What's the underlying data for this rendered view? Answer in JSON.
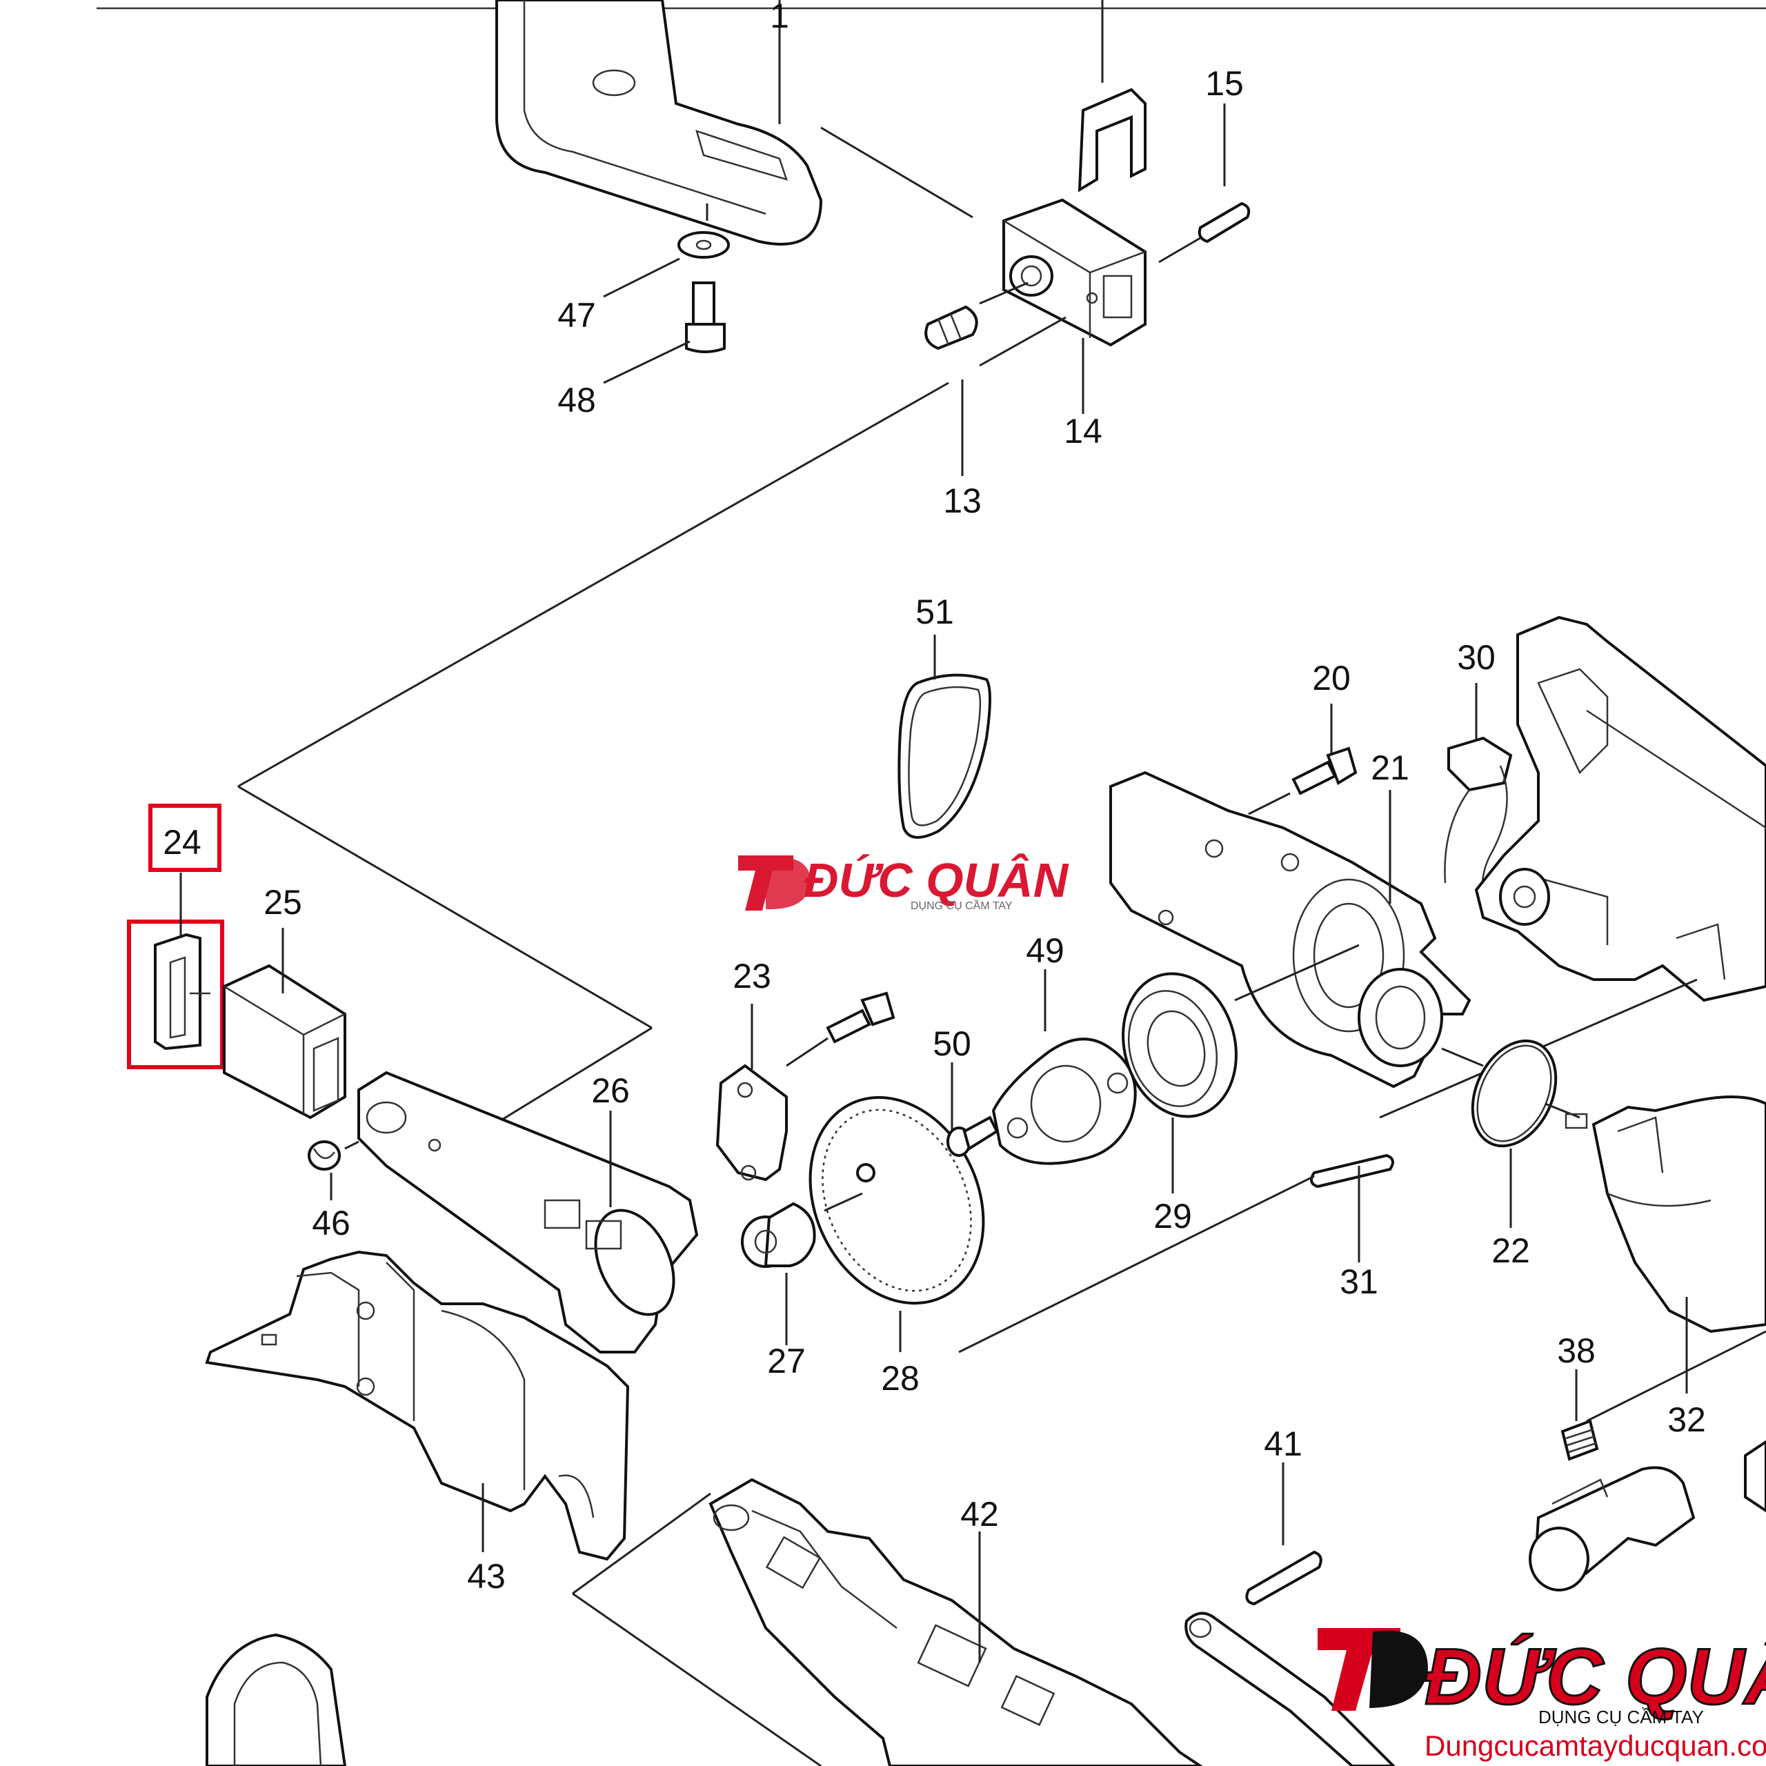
{
  "parts": [
    {
      "id": "p1",
      "label": "1"
    },
    {
      "id": "p15",
      "label": "15"
    },
    {
      "id": "p47",
      "label": "47"
    },
    {
      "id": "p48",
      "label": "48"
    },
    {
      "id": "p14",
      "label": "14"
    },
    {
      "id": "p13",
      "label": "13"
    },
    {
      "id": "p51",
      "label": "51"
    },
    {
      "id": "p20",
      "label": "20"
    },
    {
      "id": "p30",
      "label": "30"
    },
    {
      "id": "p21",
      "label": "21"
    },
    {
      "id": "p24",
      "label": "24"
    },
    {
      "id": "p25",
      "label": "25"
    },
    {
      "id": "p23",
      "label": "23"
    },
    {
      "id": "p49",
      "label": "49"
    },
    {
      "id": "p50",
      "label": "50"
    },
    {
      "id": "p26",
      "label": "26"
    },
    {
      "id": "p29",
      "label": "29"
    },
    {
      "id": "p22",
      "label": "22"
    },
    {
      "id": "p46",
      "label": "46"
    },
    {
      "id": "p31",
      "label": "31"
    },
    {
      "id": "p27",
      "label": "27"
    },
    {
      "id": "p28",
      "label": "28"
    },
    {
      "id": "p38",
      "label": "38"
    },
    {
      "id": "p32",
      "label": "32"
    },
    {
      "id": "p41",
      "label": "41"
    },
    {
      "id": "p42",
      "label": "42"
    },
    {
      "id": "p43",
      "label": "43"
    }
  ],
  "highlighted_part": "24",
  "watermark_center": {
    "brand": "ĐỨC QUÂN",
    "tagline": "DỤNG CỤ CẦM TAY"
  },
  "watermark_corner": {
    "brand": "ĐỨC QUÂN",
    "tagline": "DỤNG CỤ CẦM TAY",
    "url": "Dungcucamtayducquan.com"
  },
  "colors": {
    "highlight": "#e3001b",
    "brand_red": "#d7001c",
    "brand_black": "#111111"
  }
}
